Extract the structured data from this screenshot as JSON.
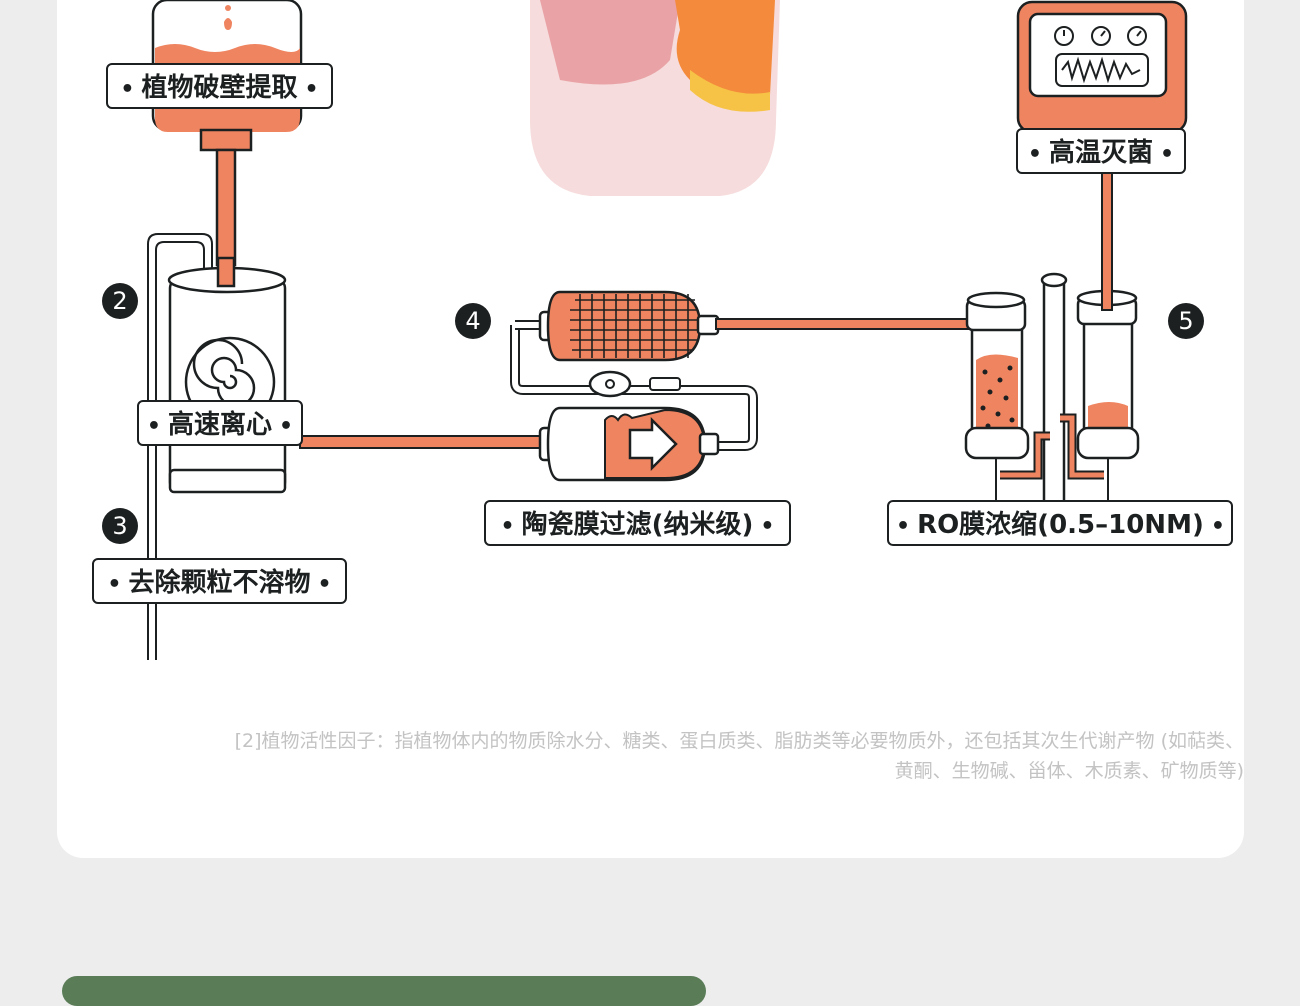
{
  "steps": {
    "step1_label": "植物破壁提取",
    "step2_num": "2",
    "step2_label": "高速离心",
    "step3_num": "3",
    "step3_label": "去除颗粒不溶物",
    "step4_num": "4",
    "step4_label": "陶瓷膜过滤(纳米级)",
    "step5_num": "5",
    "step5_label": "RO膜浓缩(0.5–10NM)",
    "step6_label": "高温灭菌",
    "bullet": "•"
  },
  "footnote": {
    "line1": "[2]植物活性因子：指植物体内的物质除水分、糖类、蛋白质类、脂肪类等必要物质外，还包括其次生代谢产物 (如萜类、",
    "line2": "黄酮、生物碱、甾体、木质素、矿物质等)"
  },
  "colors": {
    "accent": "#ef8460",
    "outline": "#1d2021",
    "background": "#ededed",
    "card": "#ffffff",
    "footnote": "#c3c3c3",
    "button": "#5a7d58"
  },
  "icons": [
    "extraction-tank-icon",
    "centrifuge-icon",
    "ceramic-filter-icon",
    "ro-membrane-icon",
    "sterilizer-icon",
    "product-bag-icon"
  ]
}
